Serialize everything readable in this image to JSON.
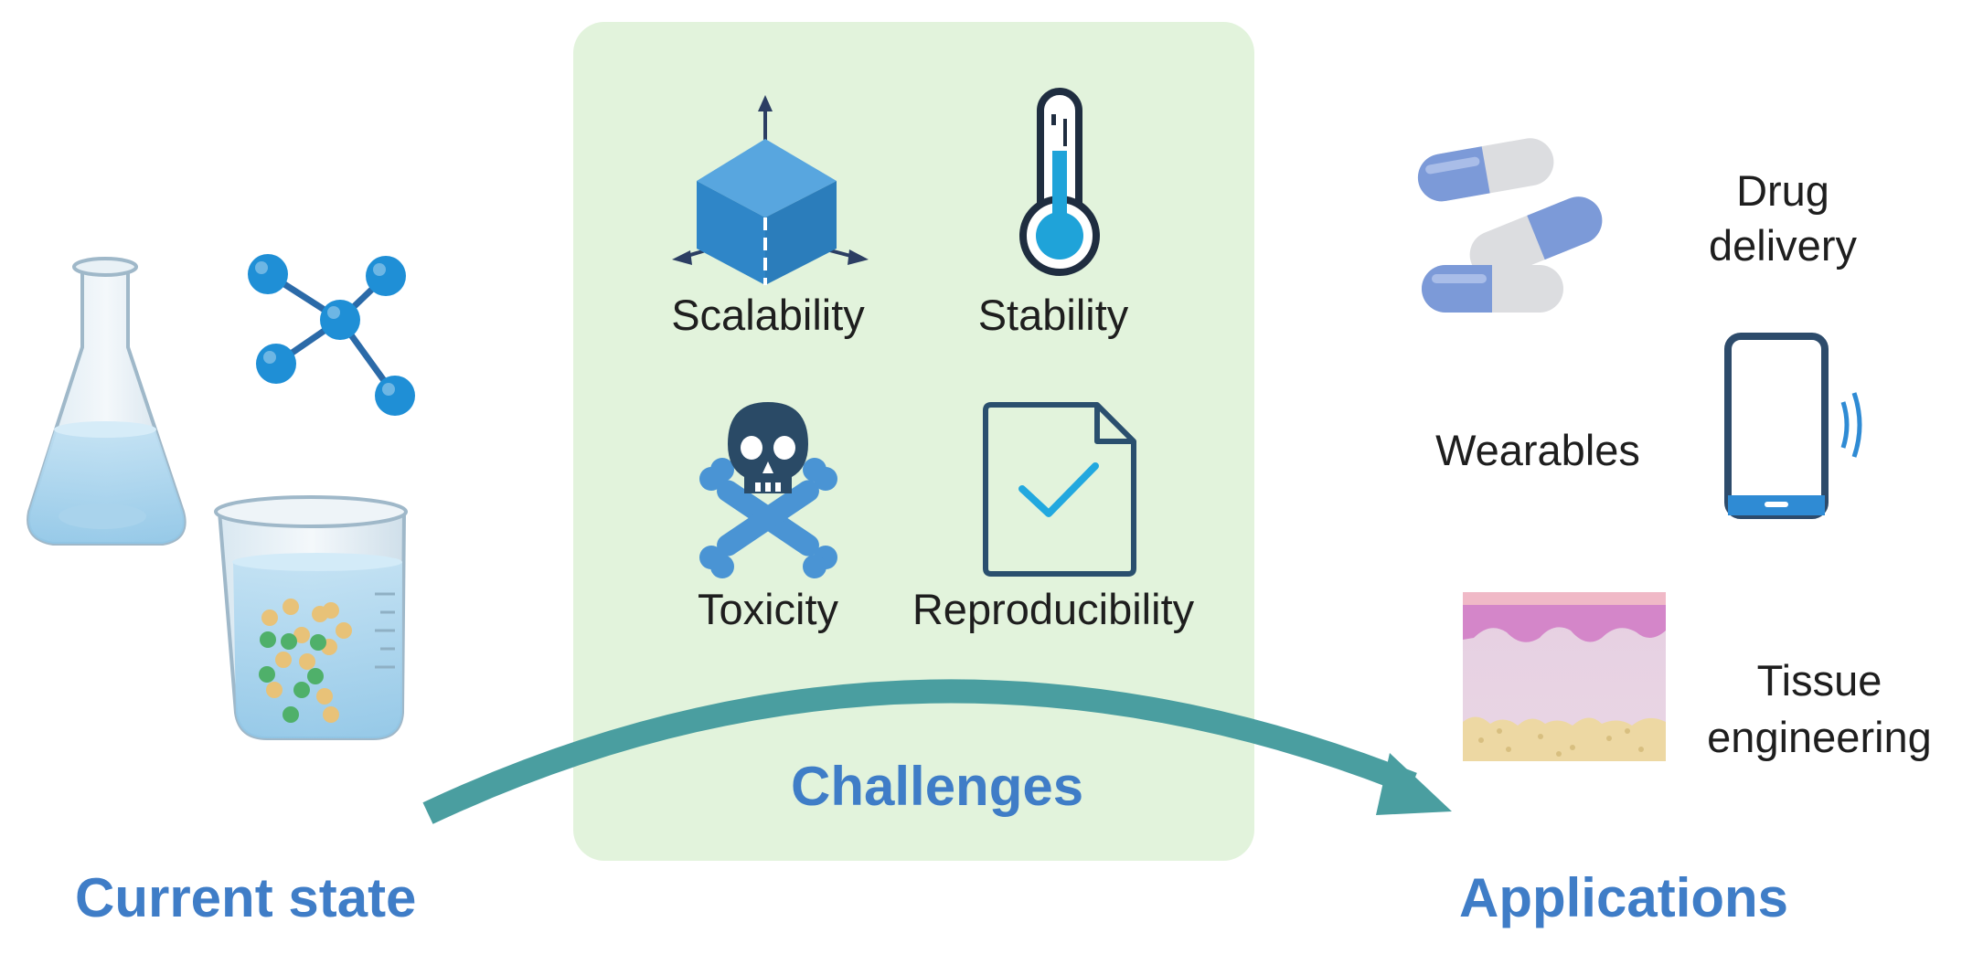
{
  "sections": {
    "current_state": "Current state",
    "challenges": "Challenges",
    "applications": "Applications"
  },
  "challenges": {
    "scalability": "Scalability",
    "stability": "Stability",
    "toxicity": "Toxicity",
    "reproducibility": "Reproducibility"
  },
  "applications": {
    "drug_delivery_line1": "Drug",
    "drug_delivery_line2": "delivery",
    "wearables": "Wearables",
    "tissue_line1": "Tissue",
    "tissue_line2": "engineering"
  },
  "colors": {
    "heading_blue": "#3f7dc7",
    "arrow_teal": "#4a9ea0",
    "panel_green": "#e2f3dc",
    "icon_blue": "#2f86c8",
    "icon_dark": "#2e4a66"
  },
  "icons": {
    "current_state": [
      "erlenmeyer-flask-icon",
      "molecule-icon",
      "beaker-icon"
    ],
    "challenges": [
      "cube-scale-icon",
      "thermometer-icon",
      "skull-crossbones-icon",
      "checked-document-icon"
    ],
    "applications": [
      "capsules-icon",
      "smartphone-icon",
      "skin-tissue-icon"
    ]
  }
}
